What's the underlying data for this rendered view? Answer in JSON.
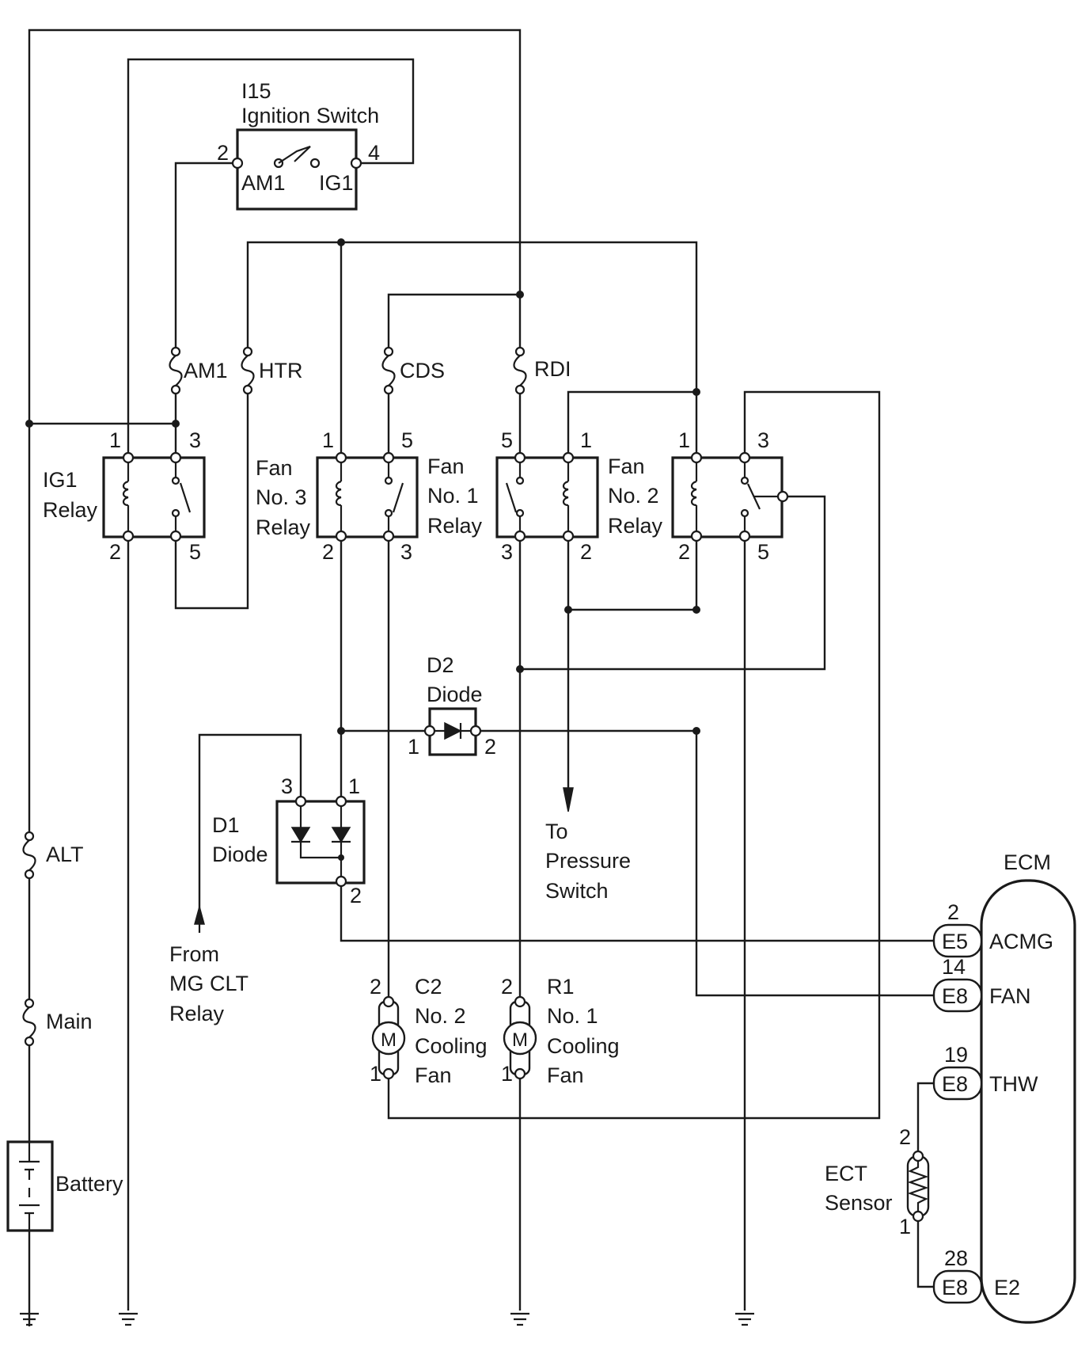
{
  "ignition_switch": {
    "id": "I15",
    "name": "Ignition Switch",
    "terminals": {
      "am1": "AM1",
      "ig1": "IG1"
    },
    "pins": {
      "am1": "2",
      "ig1": "4"
    }
  },
  "fuses": {
    "am1": "AM1",
    "htr": "HTR",
    "cds": "CDS",
    "rdi": "RDI",
    "alt": "ALT",
    "main": "Main"
  },
  "relays": {
    "ig1": {
      "line1": "IG1",
      "line2": "Relay",
      "pins": [
        "1",
        "3",
        "2",
        "5"
      ]
    },
    "fan3": {
      "line1": "Fan",
      "line2": "No. 3",
      "line3": "Relay",
      "pins": [
        "1",
        "5",
        "2",
        "3"
      ]
    },
    "fan1": {
      "line1": "Fan",
      "line2": "No. 1",
      "line3": "Relay",
      "pins": [
        "5",
        "1",
        "3",
        "2"
      ]
    },
    "fan2": {
      "line1": "Fan",
      "line2": "No. 2",
      "line3": "Relay",
      "pins": [
        "1",
        "3",
        "2",
        "5"
      ]
    }
  },
  "d2": {
    "line1": "D2",
    "line2": "Diode",
    "pins": [
      "1",
      "2"
    ]
  },
  "d1": {
    "line1": "D1",
    "line2": "Diode",
    "pins": [
      "3",
      "1",
      "2"
    ]
  },
  "pressure_switch": {
    "line1": "To",
    "line2": "Pressure",
    "line3": "Switch"
  },
  "mg_clt": {
    "line1": "From",
    "line2": "MG CLT",
    "line3": "Relay"
  },
  "fan_c2": {
    "line1": "C2",
    "line2": "No. 2",
    "line3": "Cooling",
    "line4": "Fan",
    "motor": "M",
    "pins": [
      "2",
      "1"
    ]
  },
  "fan_r1": {
    "line1": "R1",
    "line2": "No. 1",
    "line3": "Cooling",
    "line4": "Fan",
    "motor": "M",
    "pins": [
      "2",
      "1"
    ]
  },
  "battery": {
    "label": "Battery"
  },
  "ecm": {
    "title": "ECM",
    "terminals": [
      {
        "connector": "E5",
        "pin": "2",
        "name": "ACMG"
      },
      {
        "connector": "E8",
        "pin": "14",
        "name": "FAN"
      },
      {
        "connector": "E8",
        "pin": "19",
        "name": "THW"
      },
      {
        "connector": "E8",
        "pin": "28",
        "name": "E2"
      }
    ]
  },
  "ect_sensor": {
    "line1": "ECT",
    "line2": "Sensor",
    "pins": [
      "2",
      "1"
    ]
  }
}
